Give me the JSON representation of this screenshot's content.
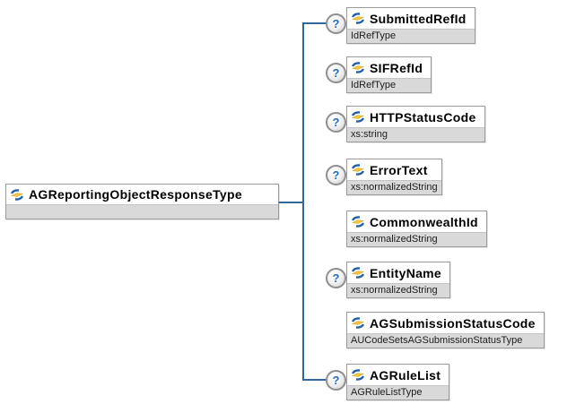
{
  "diagram": {
    "kind": "xml-schema-content-model",
    "optional_marker": "?",
    "root": {
      "name": "AGReportingObjectResponseType",
      "type_label": ""
    },
    "children": [
      {
        "name": "SubmittedRefId",
        "type": "IdRefType",
        "optional": true
      },
      {
        "name": "SIFRefId",
        "type": "IdRefType",
        "optional": true
      },
      {
        "name": "HTTPStatusCode",
        "type": "xs:string",
        "optional": true
      },
      {
        "name": "ErrorText",
        "type": "xs:normalizedString",
        "optional": true
      },
      {
        "name": "CommonwealthId",
        "type": "xs:normalizedString",
        "optional": false
      },
      {
        "name": "EntityName",
        "type": "xs:normalizedString",
        "optional": true
      },
      {
        "name": "AGSubmissionStatusCode",
        "type": "AUCodeSetsAGSubmissionStatusType",
        "optional": false
      },
      {
        "name": "AGRuleList",
        "type": "AGRuleListType",
        "optional": true
      }
    ],
    "colors": {
      "connector": "#336699",
      "box_border": "#9b9b9b",
      "type_row_bg": "#d9d9d9",
      "icon_blue": "#1f5fa9",
      "icon_yellow": "#f5c63c",
      "question_mark": "#2a6db5"
    }
  }
}
